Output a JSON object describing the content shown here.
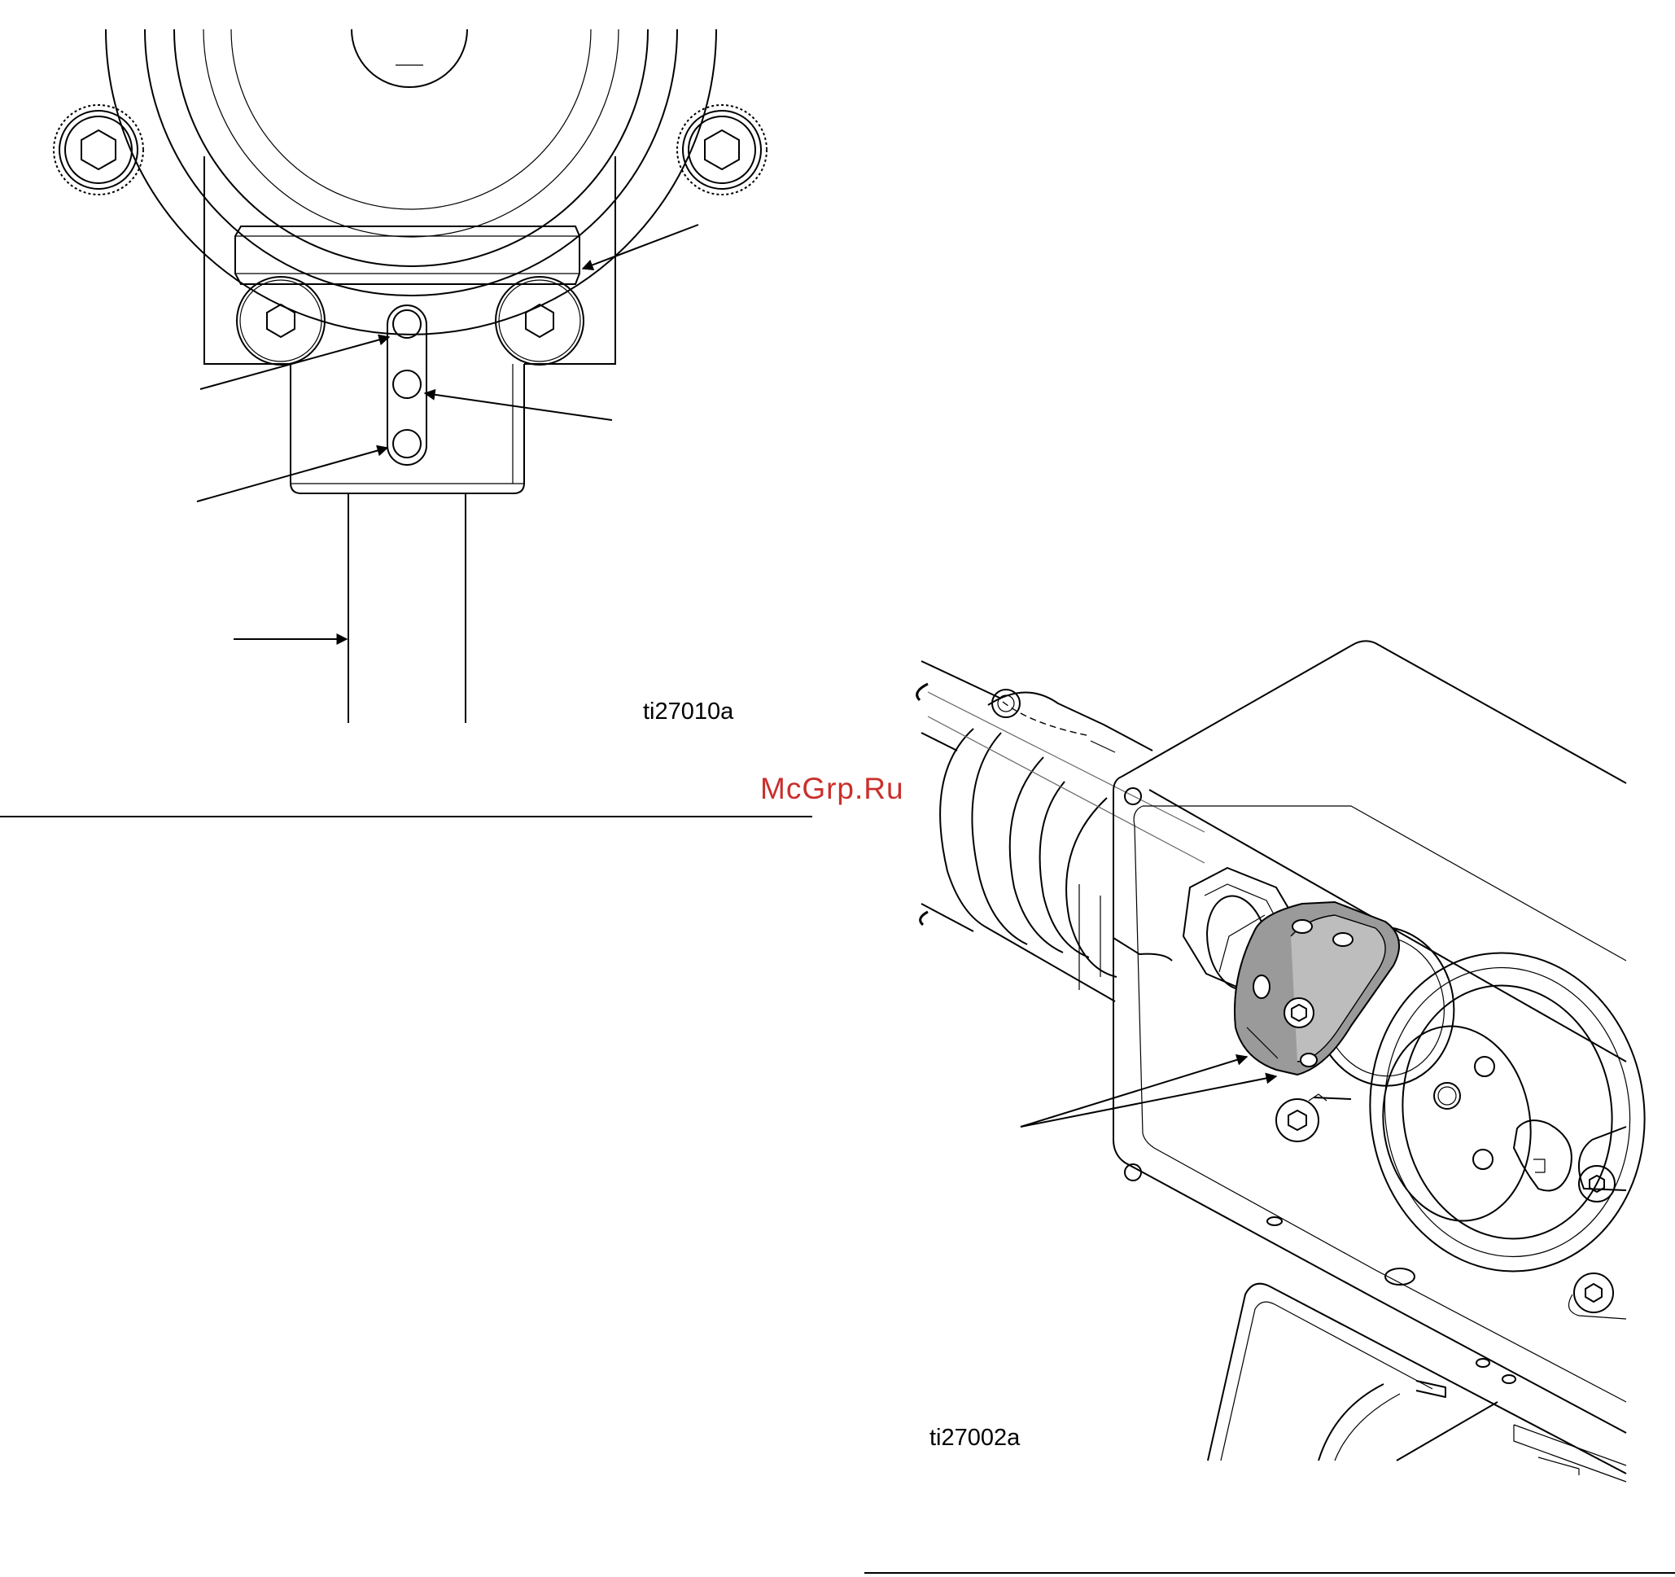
{
  "figures": [
    {
      "id": "ti27010a"
    },
    {
      "id": "ti27002a"
    }
  ],
  "watermark": {
    "text": "McGrp.Ru",
    "color": "#c9302c"
  },
  "colors": {
    "line": "#000000",
    "highlight": "#9a9a9a",
    "background": "#ffffff"
  }
}
